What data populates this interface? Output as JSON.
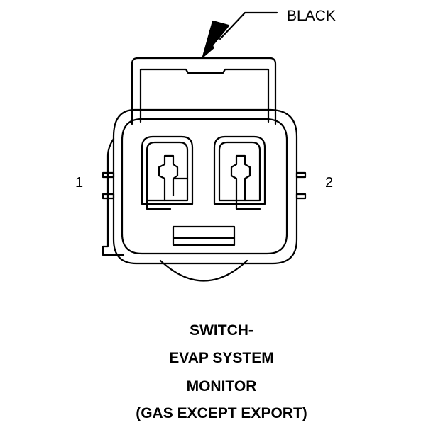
{
  "callout": {
    "label": "BLACK"
  },
  "pins": {
    "left": "1",
    "right": "2"
  },
  "caption": {
    "lines": [
      "SWITCH-",
      "EVAP SYSTEM",
      "MONITOR",
      "(GAS EXCEPT EXPORT)"
    ]
  },
  "colors": {
    "ink": "#000000",
    "paper": "#ffffff"
  }
}
